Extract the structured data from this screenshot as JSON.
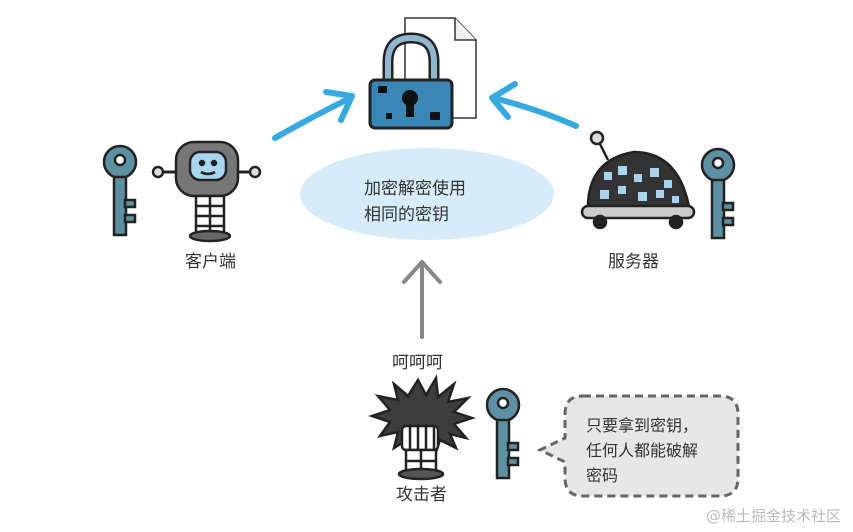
{
  "center": {
    "ellipse_line1": "加密解密使用",
    "ellipse_line2": "相同的密钥"
  },
  "nodes": {
    "client": "客户端",
    "server": "服务器",
    "attacker": "攻击者"
  },
  "attacker_laugh": "呵呵呵",
  "bubble": {
    "line1": "只要拿到密钥，",
    "line2": "任何人都能破解",
    "line3": "密码"
  },
  "watermark": "@稀土掘金技术社区",
  "colors": {
    "key": "#5e8fa3",
    "lock": "#3a86b4",
    "arrow_blue": "#36a9e1",
    "arrow_gray": "#888888",
    "ellipse": "#d6ecf8",
    "outline": "#222222"
  }
}
